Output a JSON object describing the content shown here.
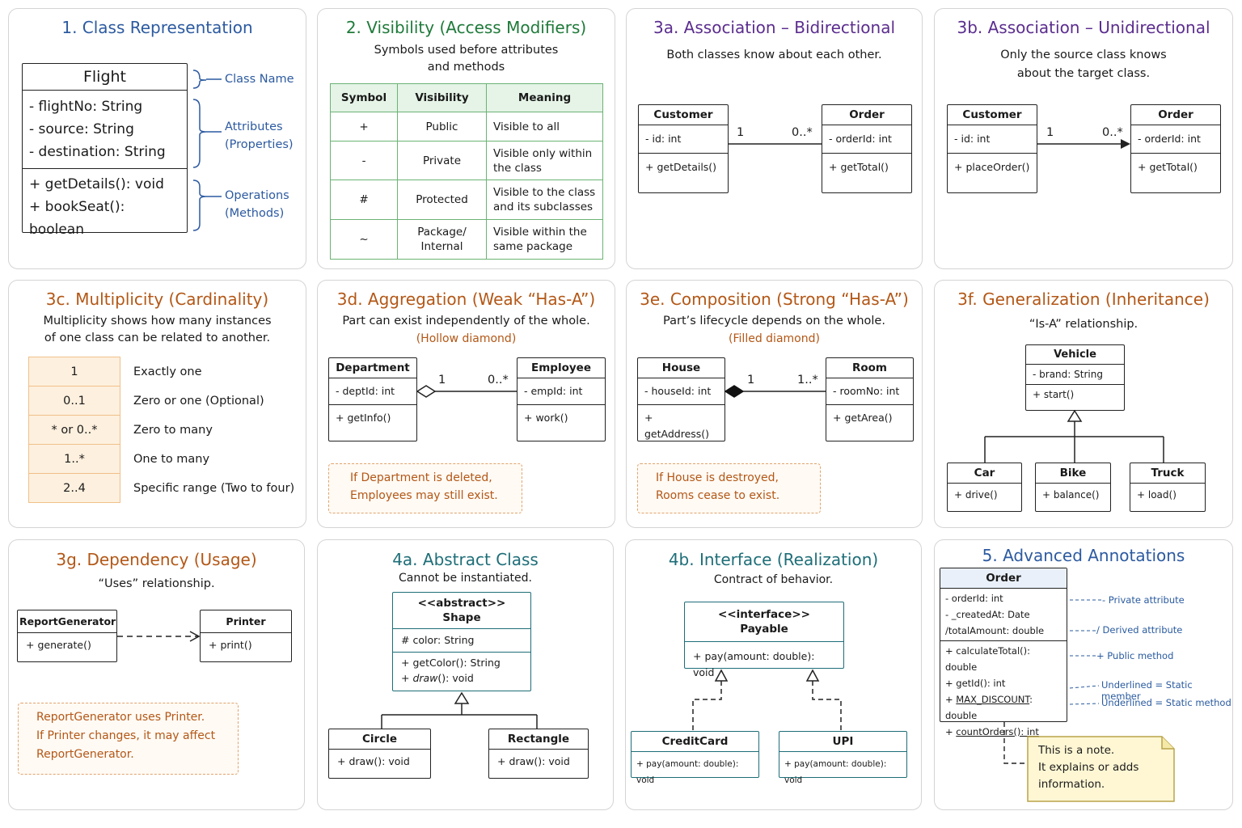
{
  "p1": {
    "title": "1. Class Representation",
    "class_name": "Flight",
    "attributes": [
      "- flightNo: String",
      "- source: String",
      "- destination: String"
    ],
    "operations": [
      "+ getDetails(): void",
      "+ bookSeat(): boolean"
    ],
    "labels": {
      "name": "Class Name",
      "attr1": "Attributes",
      "attr2": "(Properties)",
      "op1": "Operations",
      "op2": "(Methods)"
    }
  },
  "p2": {
    "title": "2. Visibility (Access Modifiers)",
    "subtitle1": "Symbols used before attributes",
    "subtitle2": "and methods",
    "headers": [
      "Symbol",
      "Visibility",
      "Meaning"
    ],
    "rows": [
      [
        "+",
        "Public",
        "Visible to all"
      ],
      [
        "-",
        "Private",
        "Visible only within the class"
      ],
      [
        "#",
        "Protected",
        "Visible to the class and its subclasses"
      ],
      [
        "~",
        "Package/ Internal",
        "Visible within the same package"
      ]
    ]
  },
  "p3a": {
    "title": "3a. Association – Bidirectional",
    "subtitle": "Both classes know about each other.",
    "left": {
      "name": "Customer",
      "attr": "- id: int",
      "op": "+ getDetails()"
    },
    "right": {
      "name": "Order",
      "attr": "- orderId: int",
      "op": "+ getTotal()"
    },
    "m1": "1",
    "m2": "0..*"
  },
  "p3b": {
    "title": "3b. Association – Unidirectional",
    "subtitle1": "Only the source class knows",
    "subtitle2": "about the target class.",
    "left": {
      "name": "Customer",
      "attr": "- id: int",
      "op": "+ placeOrder()"
    },
    "right": {
      "name": "Order",
      "attr": "- orderId: int",
      "op": "+ getTotal()"
    },
    "m1": "1",
    "m2": "0..*"
  },
  "p3c": {
    "title": "3c. Multiplicity (Cardinality)",
    "subtitle1": "Multiplicity shows how many instances",
    "subtitle2": "of one class can be related to another.",
    "rows": [
      [
        "1",
        "Exactly one"
      ],
      [
        "0..1",
        "Zero or one (Optional)"
      ],
      [
        "* or 0..*",
        "Zero to many"
      ],
      [
        "1..*",
        "One to many"
      ],
      [
        "2..4",
        "Specific range (Two to four)"
      ]
    ]
  },
  "p3d": {
    "title": "3d. Aggregation (Weak “Has-A”)",
    "subtitle": "Part can exist independently of the whole.",
    "hint": "(Hollow diamond)",
    "left": {
      "name": "Department",
      "attr": "- deptId: int",
      "op": "+ getInfo()"
    },
    "right": {
      "name": "Employee",
      "attr": "- empId: int",
      "op": "+ work()"
    },
    "m1": "1",
    "m2": "0..*",
    "note1": "If Department is deleted,",
    "note2": "Employees may still exist."
  },
  "p3e": {
    "title": "3e. Composition (Strong “Has-A”)",
    "subtitle": "Part’s lifecycle depends on the whole.",
    "hint": "(Filled diamond)",
    "left": {
      "name": "House",
      "attr": "- houseId: int",
      "op": "+ getAddress()"
    },
    "right": {
      "name": "Room",
      "attr": "- roomNo: int",
      "op": "+ getArea()"
    },
    "m1": "1",
    "m2": "1..*",
    "note1": "If House is destroyed,",
    "note2": "Rooms cease to exist."
  },
  "p3f": {
    "title": "3f. Generalization (Inheritance)",
    "subtitle": "“Is-A” relationship.",
    "parent": {
      "name": "Vehicle",
      "attr": "- brand: String",
      "op": "+ start()"
    },
    "children": [
      {
        "name": "Car",
        "op": "+ drive()"
      },
      {
        "name": "Bike",
        "op": "+ balance()"
      },
      {
        "name": "Truck",
        "op": "+ load()"
      }
    ]
  },
  "p3g": {
    "title": "3g. Dependency (Usage)",
    "subtitle": "“Uses” relationship.",
    "left": {
      "name": "ReportGenerator",
      "op": "+ generate()"
    },
    "right": {
      "name": "Printer",
      "op": "+ print()"
    },
    "note1": "ReportGenerator uses Printer.",
    "note2": "If Printer changes, it may affect",
    "note3": "ReportGenerator."
  },
  "p4a": {
    "title": "4a. Abstract Class",
    "subtitle": "Cannot be instantiated.",
    "stereo": "<<abstract>>",
    "name": "Shape",
    "attr": "# color: String",
    "op1": "+ getColor(): String",
    "op2_pre": "+ ",
    "op2_it": "draw",
    "op2_post": "(): void",
    "children": [
      {
        "name": "Circle",
        "op": "+ draw(): void"
      },
      {
        "name": "Rectangle",
        "op": "+ draw(): void"
      }
    ]
  },
  "p4b": {
    "title": "4b. Interface (Realization)",
    "subtitle": "Contract of behavior.",
    "stereo": "<<interface>>",
    "name": "Payable",
    "op": "+ pay(amount: double): void",
    "children": [
      {
        "name": "CreditCard",
        "op": "+ pay(amount: double): void"
      },
      {
        "name": "UPI",
        "op": "+ pay(amount: double): void"
      }
    ]
  },
  "p5": {
    "title": "5. Advanced Annotations",
    "name": "Order",
    "attrs": [
      "- orderId: int",
      "- _createdAt: Date",
      "/totalAmount: double"
    ],
    "ops": [
      "+ calculateTotal(): double",
      "+ getId(): int"
    ],
    "static_attr_pre": "+ ",
    "static_attr_u": "MAX_DISCOUNT",
    "static_attr_post": ": double",
    "static_op_pre": "+ ",
    "static_op_u": "countOrders(): int",
    "ann": [
      "- Private attribute",
      "/ Derived attribute",
      "+ Public method",
      "Underlined = Static member",
      "Underlined = Static method"
    ],
    "note": [
      "This is a note.",
      "It explains or adds",
      "information."
    ]
  },
  "colors": {
    "blue": "#2c5aa0",
    "green": "#1f7a3a",
    "purple": "#5b2d8e",
    "orange": "#b35716",
    "teal": "#1e6e78"
  }
}
